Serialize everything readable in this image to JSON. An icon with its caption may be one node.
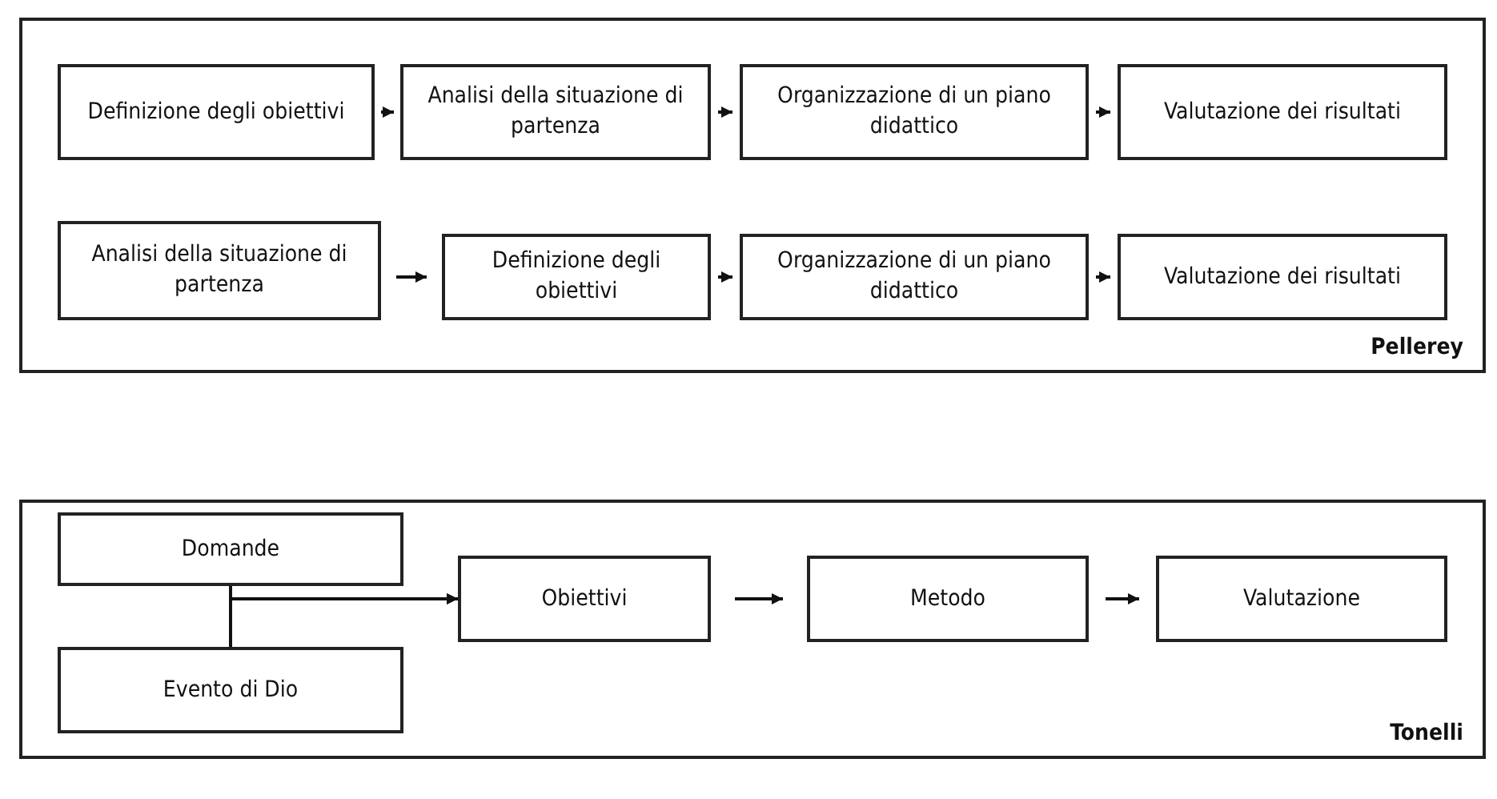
{
  "diagram": {
    "nodes": [
      {
        "text": [
          "Pellerey"
        ]
      },
      {
        "text": [
          "Definizione degli obiettivi"
        ],
        "in": 0
      },
      {
        "text": [
          "Analisi della situazione di partenza"
        ],
        "in": 0
      },
      {
        "text": [
          "Organizzazione di un piano didattico"
        ],
        "in": 0
      },
      {
        "text": [
          "Valutazione dei risultati"
        ],
        "in": 0
      },
      {
        "text": [
          "Analisi della situazione di partenza"
        ],
        "in": 0
      },
      {
        "text": [
          "Definizione degli obiettivi"
        ],
        "in": 0
      },
      {
        "text": [
          "Organizzazione di un piano didattico"
        ],
        "in": 0
      },
      {
        "text": [
          "Valutazione dei risultati"
        ],
        "in": 0
      },
      {
        "text": [
          "Tonelli"
        ]
      },
      {
        "text": [
          "Domande"
        ],
        "in": 9
      },
      {
        "text": [
          "Evento di Dio"
        ],
        "in": 9
      },
      {
        "text": [
          "Obiettivi"
        ],
        "in": 9
      },
      {
        "text": [
          "Metodo"
        ],
        "in": 9
      },
      {
        "text": [
          "Valutazione"
        ],
        "in": 9
      }
    ],
    "edges": [
      {
        "from": 1,
        "to": 2,
        "arrow": "to"
      },
      {
        "from": 2,
        "to": 3,
        "arrow": "to"
      },
      {
        "from": 3,
        "to": 4,
        "arrow": "to"
      },
      {
        "from": 5,
        "to": 6,
        "arrow": "to"
      },
      {
        "from": 6,
        "to": 7,
        "arrow": "to"
      },
      {
        "from": 7,
        "to": 8,
        "arrow": "to"
      },
      {
        "from": 10,
        "to": 12,
        "arrow": "to"
      },
      {
        "from": 11,
        "to": 12,
        "arrow": "to"
      },
      {
        "from": 12,
        "to": 13,
        "arrow": "to"
      },
      {
        "from": 13,
        "to": 14,
        "arrow": "to"
      }
    ]
  }
}
